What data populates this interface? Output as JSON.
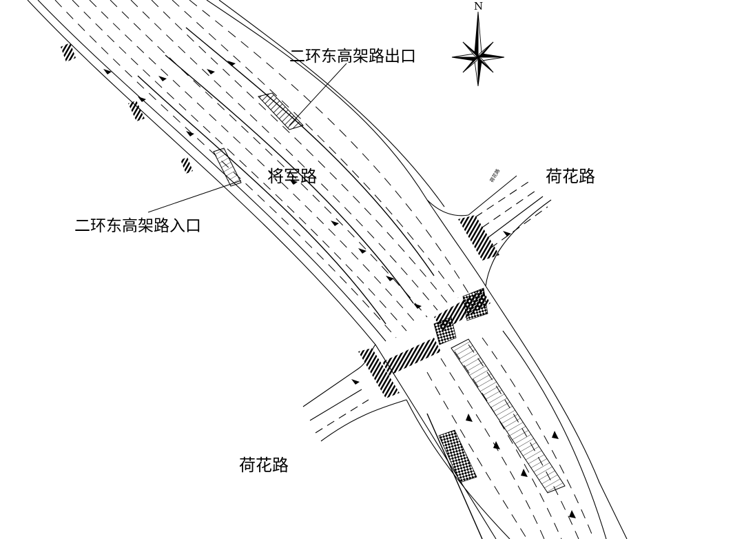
{
  "labels": {
    "main_road": "将军路",
    "cross_road_ne": "荷花路",
    "cross_road_sw": "荷花路",
    "elevated_exit": "二环东高架路出口",
    "elevated_entry": "二环东高架路入口",
    "tiny_sign": "荷花路"
  },
  "compass": {
    "north_letter": "N"
  },
  "colors": {
    "line": "#000000",
    "background": "#ffffff"
  }
}
